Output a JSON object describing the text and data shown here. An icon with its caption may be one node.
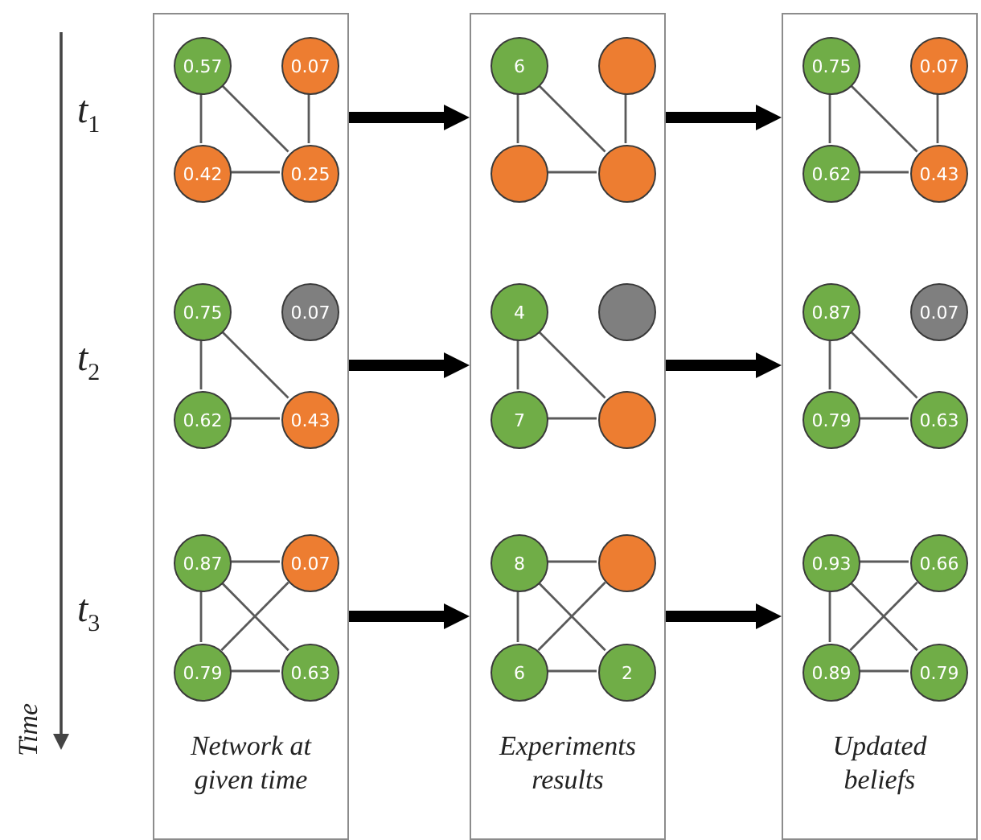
{
  "diagram": {
    "nodes": [
      {
        "text": [
          "Network at given time"
        ]
      },
      {
        "text": [
          "0.57"
        ],
        "in": 0
      },
      {
        "text": [
          "0.07"
        ],
        "in": 0
      },
      {
        "text": [
          "0.42"
        ],
        "in": 0
      },
      {
        "text": [
          "0.25"
        ],
        "in": 0
      },
      {
        "text": [
          "0.75"
        ],
        "in": 0
      },
      {
        "text": [
          "0.07"
        ],
        "in": 0
      },
      {
        "text": [
          "0.62"
        ],
        "in": 0
      },
      {
        "text": [
          "0.43"
        ],
        "in": 0
      },
      {
        "text": [
          "0.87"
        ],
        "in": 0
      },
      {
        "text": [
          "0.07"
        ],
        "in": 0
      },
      {
        "text": [
          "0.79"
        ],
        "in": 0
      },
      {
        "text": [
          "0.63"
        ],
        "in": 0
      },
      {
        "text": [
          "Experiments results"
        ]
      },
      {
        "text": [
          "6"
        ],
        "in": 13
      },
      {
        "text": [],
        "shape": "circle",
        "in": 13
      },
      {
        "text": [],
        "shape": "circle",
        "in": 13
      },
      {
        "text": [],
        "shape": "circle",
        "in": 13
      },
      {
        "text": [
          "4"
        ],
        "in": 13
      },
      {
        "text": [],
        "shape": "circle",
        "in": 13
      },
      {
        "text": [
          "7"
        ],
        "in": 13
      },
      {
        "text": [],
        "shape": "circle",
        "in": 13
      },
      {
        "text": [
          "8"
        ],
        "in": 13
      },
      {
        "text": [],
        "shape": "circle",
        "in": 13
      },
      {
        "text": [
          "6"
        ],
        "in": 13
      },
      {
        "text": [
          "2"
        ],
        "in": 13
      },
      {
        "text": [
          "Updated beliefs"
        ]
      },
      {
        "text": [
          "0.75"
        ],
        "in": 26
      },
      {
        "text": [
          "0.07"
        ],
        "in": 26
      },
      {
        "text": [
          "0.62"
        ],
        "in": 26
      },
      {
        "text": [
          "0.43"
        ],
        "in": 26
      },
      {
        "text": [
          "0.87"
        ],
        "in": 26
      },
      {
        "text": [
          "0.07"
        ],
        "in": 26
      },
      {
        "text": [
          "0.79"
        ],
        "in": 26
      },
      {
        "text": [
          "0.63"
        ],
        "in": 26
      },
      {
        "text": [
          "0.93"
        ],
        "in": 26
      },
      {
        "text": [
          "0.66"
        ],
        "in": 26
      },
      {
        "text": [
          "0.89"
        ],
        "in": 26
      },
      {
        "text": [
          "0.79"
        ],
        "in": 26
      }
    ],
    "edges": [
      {
        "from": 0,
        "to": 13,
        "arrow": "to",
        "style": "thick",
        "color": "#000000"
      },
      {
        "from": 0,
        "to": 13,
        "arrow": "to",
        "style": "thick",
        "color": "#000000"
      },
      {
        "from": 0,
        "to": 13,
        "arrow": "to",
        "style": "thick",
        "color": "#000000"
      },
      {
        "from": 13,
        "to": 26,
        "arrow": "to",
        "style": "thick",
        "color": "#000000"
      },
      {
        "from": 13,
        "to": 26,
        "arrow": "to",
        "style": "thick",
        "color": "#000000"
      },
      {
        "from": 13,
        "to": 26,
        "arrow": "to",
        "style": "thick",
        "color": "#000000"
      },
      {
        "from": 1,
        "to": 3,
        "arrow": "none"
      },
      {
        "from": 1,
        "to": 4,
        "arrow": "none"
      },
      {
        "from": 2,
        "to": 4,
        "arrow": "none"
      },
      {
        "from": 3,
        "to": 4,
        "arrow": "none"
      },
      {
        "from": 5,
        "to": 7,
        "arrow": "none"
      },
      {
        "from": 5,
        "to": 8,
        "arrow": "none"
      },
      {
        "from": 7,
        "to": 8,
        "arrow": "none"
      },
      {
        "from": 9,
        "to": 10,
        "arrow": "none"
      },
      {
        "from": 9,
        "to": 11,
        "arrow": "none"
      },
      {
        "from": 9,
        "to": 12,
        "arrow": "none"
      },
      {
        "from": 10,
        "to": 11,
        "arrow": "none"
      },
      {
        "from": 11,
        "to": 12,
        "arrow": "none"
      },
      {
        "from": 14,
        "to": 16,
        "arrow": "none"
      },
      {
        "from": 14,
        "to": 17,
        "arrow": "none"
      },
      {
        "from": 15,
        "to": 17,
        "arrow": "none"
      },
      {
        "from": 16,
        "to": 17,
        "arrow": "none"
      },
      {
        "from": 18,
        "to": 20,
        "arrow": "none"
      },
      {
        "from": 18,
        "to": 21,
        "arrow": "none"
      },
      {
        "from": 20,
        "to": 21,
        "arrow": "none"
      },
      {
        "from": 22,
        "to": 23,
        "arrow": "none"
      },
      {
        "from": 22,
        "to": 24,
        "arrow": "none"
      },
      {
        "from": 22,
        "to": 25,
        "arrow": "none"
      },
      {
        "from": 23,
        "to": 24,
        "arrow": "none"
      },
      {
        "from": 24,
        "to": 25,
        "arrow": "none"
      },
      {
        "from": 27,
        "to": 29,
        "arrow": "none"
      },
      {
        "from": 27,
        "to": 30,
        "arrow": "none"
      },
      {
        "from": 28,
        "to": 30,
        "arrow": "none"
      },
      {
        "from": 29,
        "to": 30,
        "arrow": "none"
      },
      {
        "from": 31,
        "to": 33,
        "arrow": "none"
      },
      {
        "from": 31,
        "to": 34,
        "arrow": "none"
      },
      {
        "from": 33,
        "to": 34,
        "arrow": "none"
      },
      {
        "from": 35,
        "to": 36,
        "arrow": "none"
      },
      {
        "from": 35,
        "to": 37,
        "arrow": "none"
      },
      {
        "from": 35,
        "to": 38,
        "arrow": "none"
      },
      {
        "from": 36,
        "to": 37,
        "arrow": "none"
      },
      {
        "from": 37,
        "to": 38,
        "arrow": "none"
      }
    ],
    "labels": [
      "t$_{1}$",
      "t$_{2}$",
      "t$_{3}$",
      "Time"
    ]
  }
}
